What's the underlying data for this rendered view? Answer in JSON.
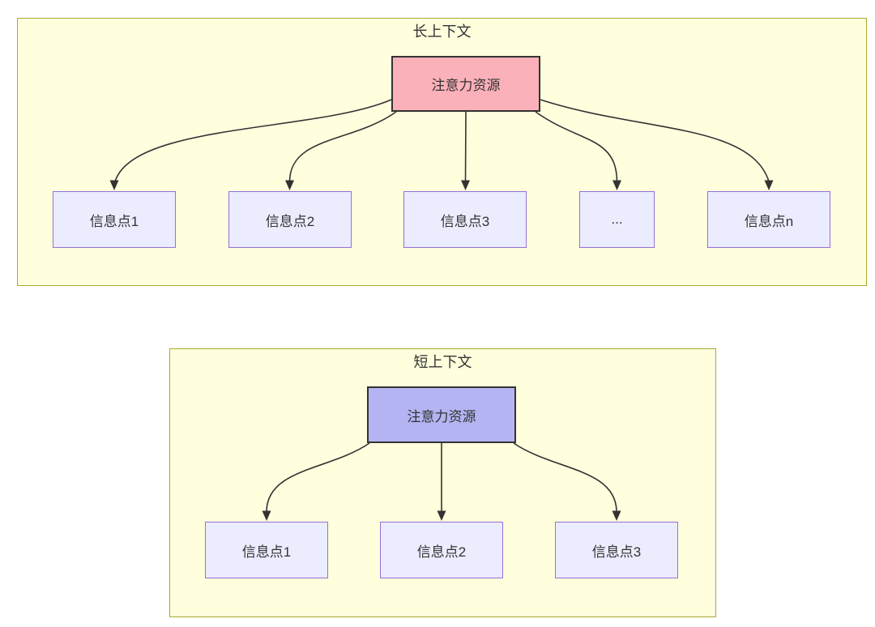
{
  "panels": [
    {
      "title": "长上下文",
      "attention": "注意力资源",
      "children": [
        "信息点1",
        "信息点2",
        "信息点3",
        "...",
        "信息点n"
      ]
    },
    {
      "title": "短上下文",
      "attention": "注意力资源",
      "children": [
        "信息点1",
        "信息点2",
        "信息点3"
      ]
    }
  ],
  "colors": {
    "panel_fill": "#ffffde",
    "panel_border": "#aaaa33",
    "info_node_fill": "#ececff",
    "info_node_border": "#9370db",
    "attention_long_fill": "#fbb1b9",
    "attention_short_fill": "#b4b4f2",
    "attention_border": "#333333",
    "edge_stroke": "#333333",
    "text": "#333333"
  }
}
